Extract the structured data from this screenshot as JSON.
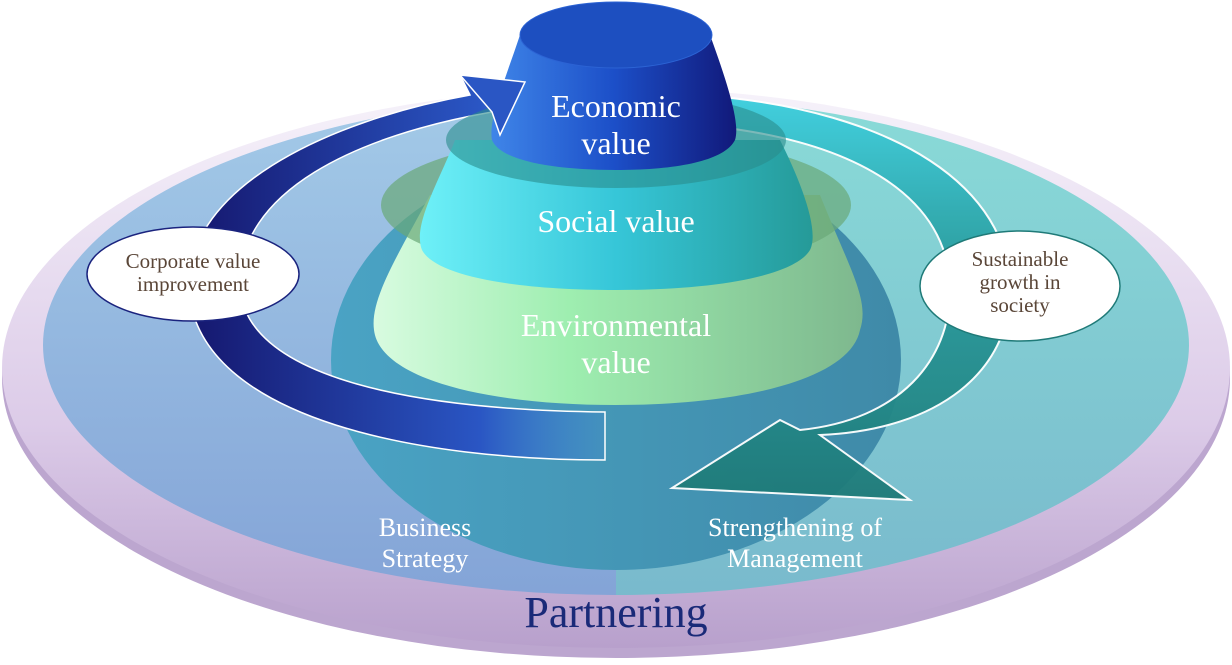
{
  "diagram": {
    "title_bottom": "Partnering",
    "tiers": [
      {
        "label_line1": "Economic",
        "label_line2": "value",
        "color": "#1f4fc0"
      },
      {
        "label_line1": "Social value",
        "label_line2": "",
        "color": "#3cc6d8"
      },
      {
        "label_line1": "Environmental",
        "label_line2": "value",
        "color": "#9be8a8"
      }
    ],
    "left_arrow": {
      "bubble_line1": "Corporate value",
      "bubble_line2": "improvement",
      "color": "#1a237e"
    },
    "right_arrow": {
      "bubble_line1": "Sustainable",
      "bubble_line2": "growth in",
      "bubble_line3": "society",
      "color": "#1f7f7c"
    },
    "left_zone": {
      "line1": "Business",
      "line2": "Strategy",
      "color": "#86a7d8"
    },
    "right_zone": {
      "line1": "Strengthening of",
      "line2": "Management",
      "color": "#7cc7cc"
    },
    "outer_ring_color": "#dccbe8",
    "title_color": "#1a2a78"
  }
}
